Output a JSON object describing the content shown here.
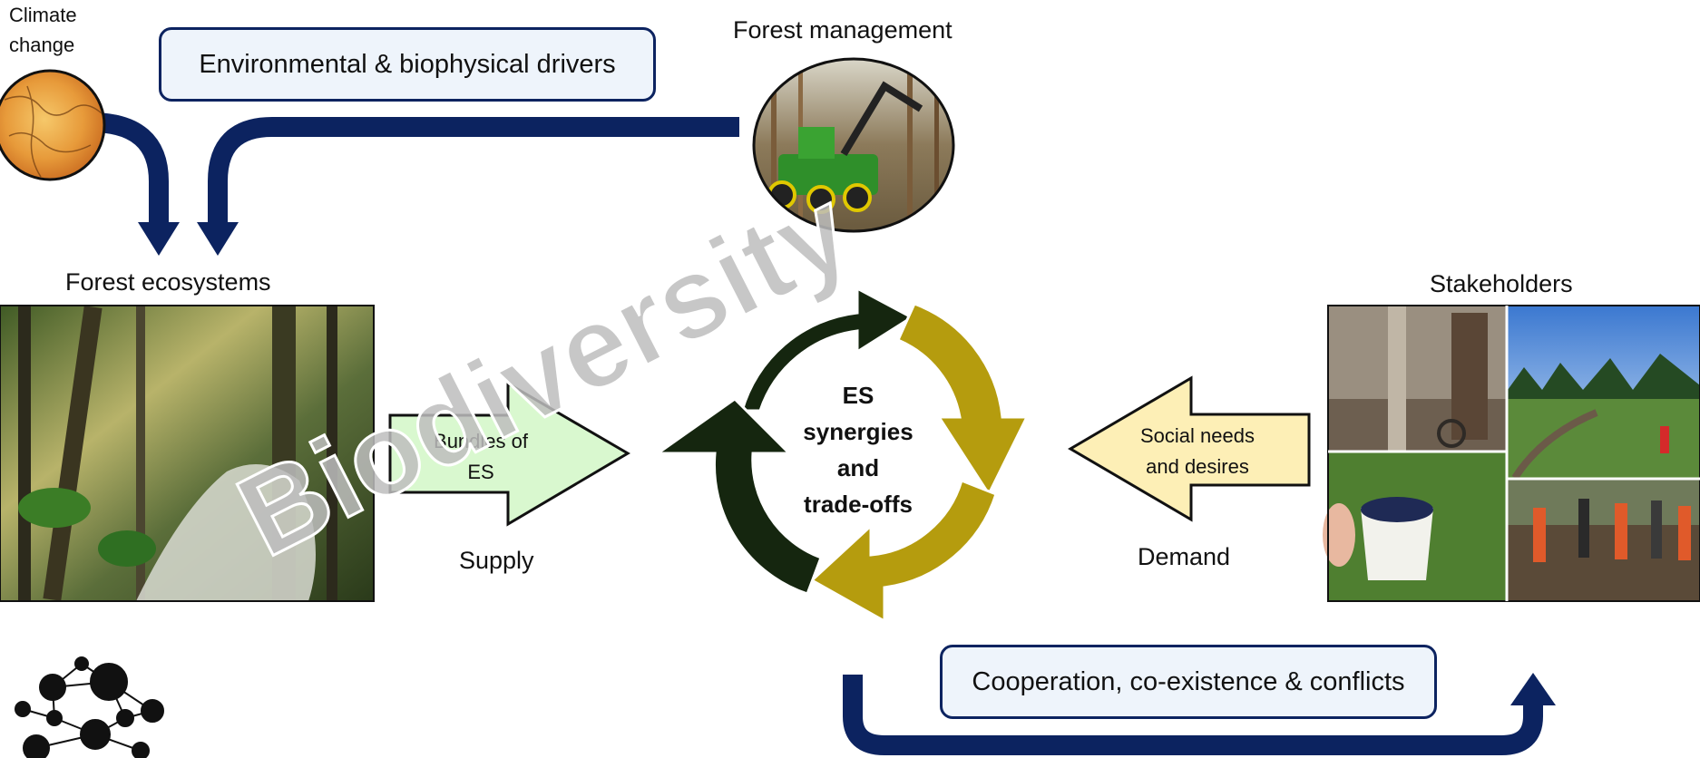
{
  "labels": {
    "climate_line1": "Climate",
    "climate_line2": "change",
    "forest_management": "Forest management",
    "forest_ecosystems": "Forest ecosystems",
    "stakeholders": "Stakeholders",
    "supply": "Supply",
    "demand": "Demand"
  },
  "boxes": {
    "drivers": "Environmental & biophysical drivers",
    "cooperation": "Cooperation, co-existence & conflicts"
  },
  "arrows": {
    "bundles_line1": "Bundles of",
    "bundles_line2": "ES",
    "social_line1": "Social needs",
    "social_line2": "and desires"
  },
  "cycle": {
    "line1": "ES",
    "line2": "synergies",
    "line3": "and",
    "line4": "trade-offs"
  },
  "watermark": "Biodiversity",
  "colors": {
    "navy": "#0c2360",
    "dark_green": "#15260f",
    "gold": "#b59c0e",
    "supply_fill": "#d9f8cf",
    "demand_fill": "#fdefb6"
  }
}
